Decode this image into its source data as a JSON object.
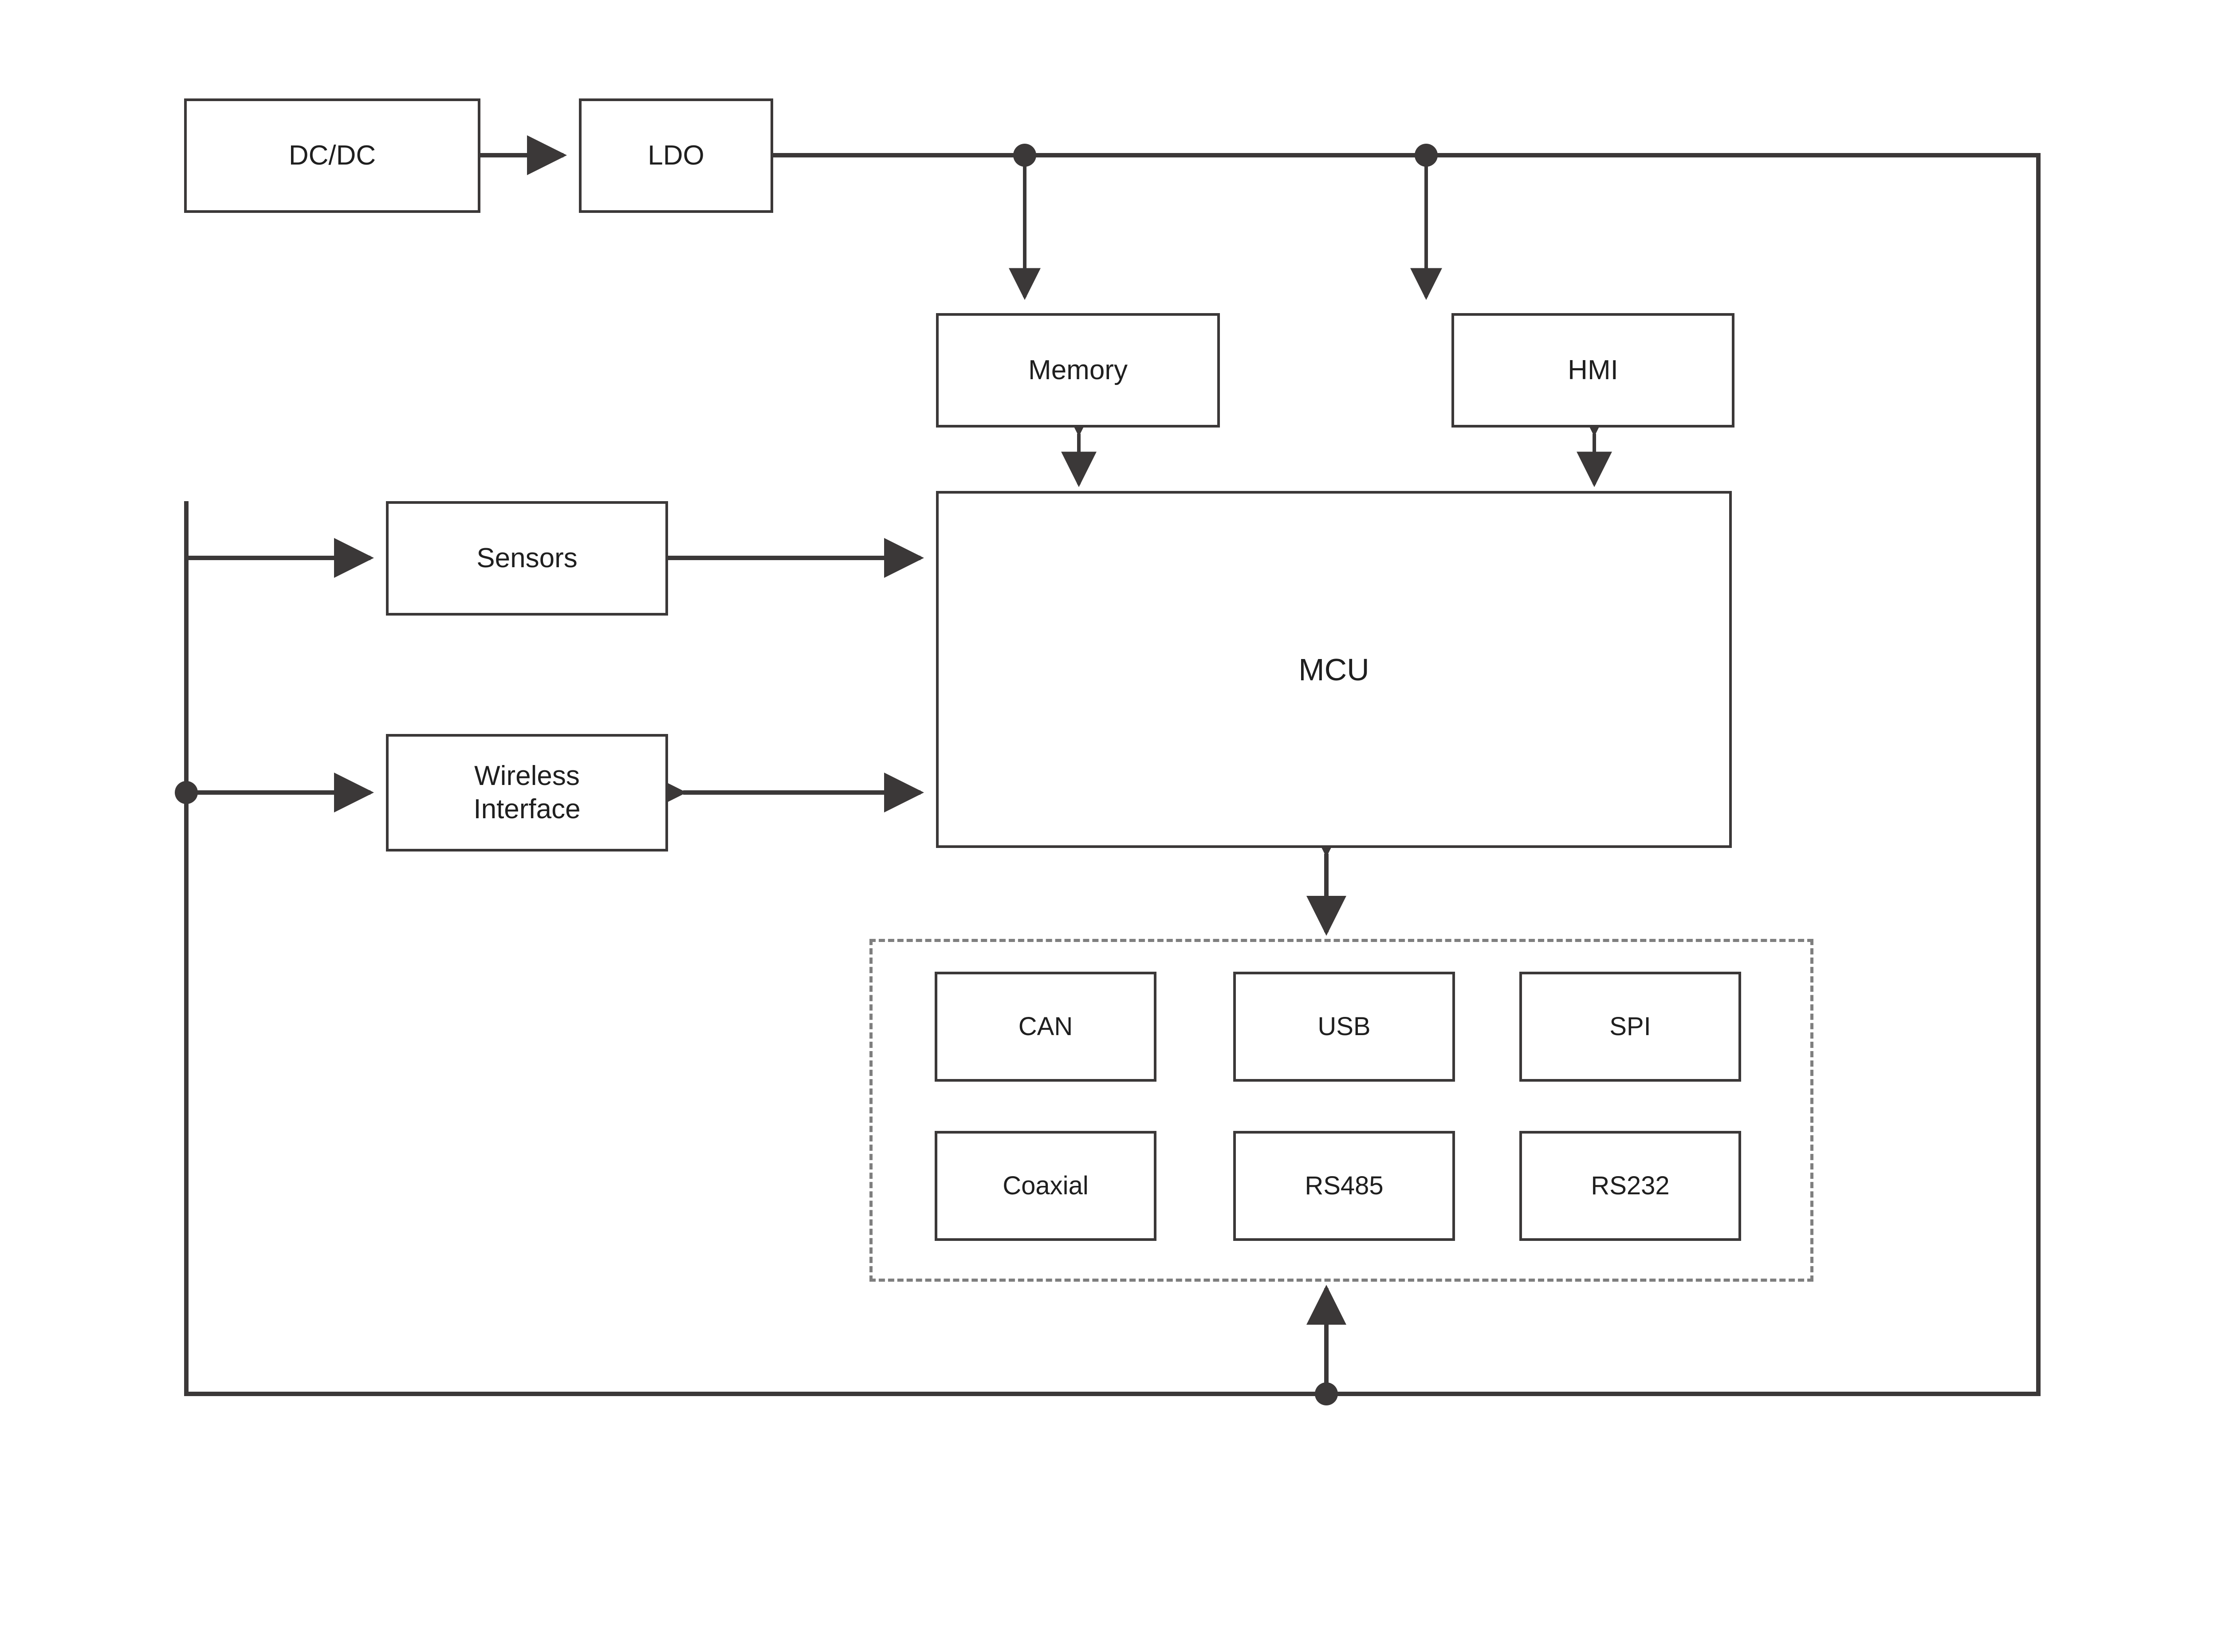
{
  "diagram": {
    "title": "Embedded System Block Diagram",
    "stroke_color": "#3b3838",
    "dashed_color": "#7f7f7f",
    "background": "#ffffff"
  },
  "blocks": {
    "dcdc": {
      "label": "DC/DC"
    },
    "ldo": {
      "label": "LDO"
    },
    "memory": {
      "label": "Memory"
    },
    "hmi": {
      "label": "HMI"
    },
    "sensors": {
      "label": "Sensors"
    },
    "wireless": {
      "label": "Wireless\nInterface"
    },
    "mcu": {
      "label": "MCU"
    }
  },
  "interfaces": {
    "group_label": "",
    "items": [
      {
        "label": "CAN"
      },
      {
        "label": "USB"
      },
      {
        "label": "SPI"
      },
      {
        "label": "Coaxial"
      },
      {
        "label": "RS485"
      },
      {
        "label": "RS232"
      }
    ]
  },
  "connections": [
    {
      "from": "DC/DC",
      "to": "LDO",
      "kind": "arrow"
    },
    {
      "from": "LDO",
      "to": "Memory",
      "kind": "arrow"
    },
    {
      "from": "LDO",
      "to": "HMI",
      "kind": "arrow"
    },
    {
      "from": "Memory",
      "to": "MCU",
      "kind": "bidirectional"
    },
    {
      "from": "HMI",
      "to": "MCU",
      "kind": "bidirectional"
    },
    {
      "from": "Sensors",
      "to": "MCU",
      "kind": "arrow"
    },
    {
      "from": "Wireless Interface",
      "to": "MCU",
      "kind": "bidirectional"
    },
    {
      "from": "Power bus",
      "to": "Sensors",
      "kind": "arrow"
    },
    {
      "from": "Power bus",
      "to": "Wireless Interface",
      "kind": "arrow"
    },
    {
      "from": "Power bus",
      "to": "Interface group",
      "kind": "arrow"
    },
    {
      "from": "MCU",
      "to": "Interface group",
      "kind": "bidirectional"
    }
  ]
}
